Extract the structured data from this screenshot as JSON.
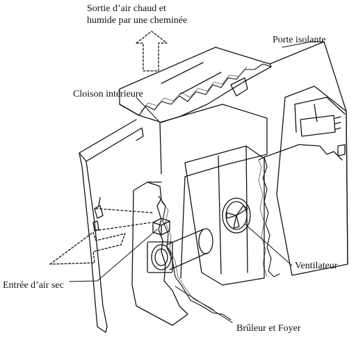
{
  "labels": {
    "sortie_line1": "Sortie d’air chaud et",
    "sortie_line2": "humide par une cheminée",
    "porte": "Porte isolante",
    "cloison": "Cloison intérieure",
    "ventilateur": "Ventilateur",
    "entree": "Entrée d’air sec",
    "bruleur": "Brûleur et Foyer"
  },
  "colors": {
    "ink": "#111111",
    "background": "#ffffff",
    "hatch": "#555555"
  }
}
